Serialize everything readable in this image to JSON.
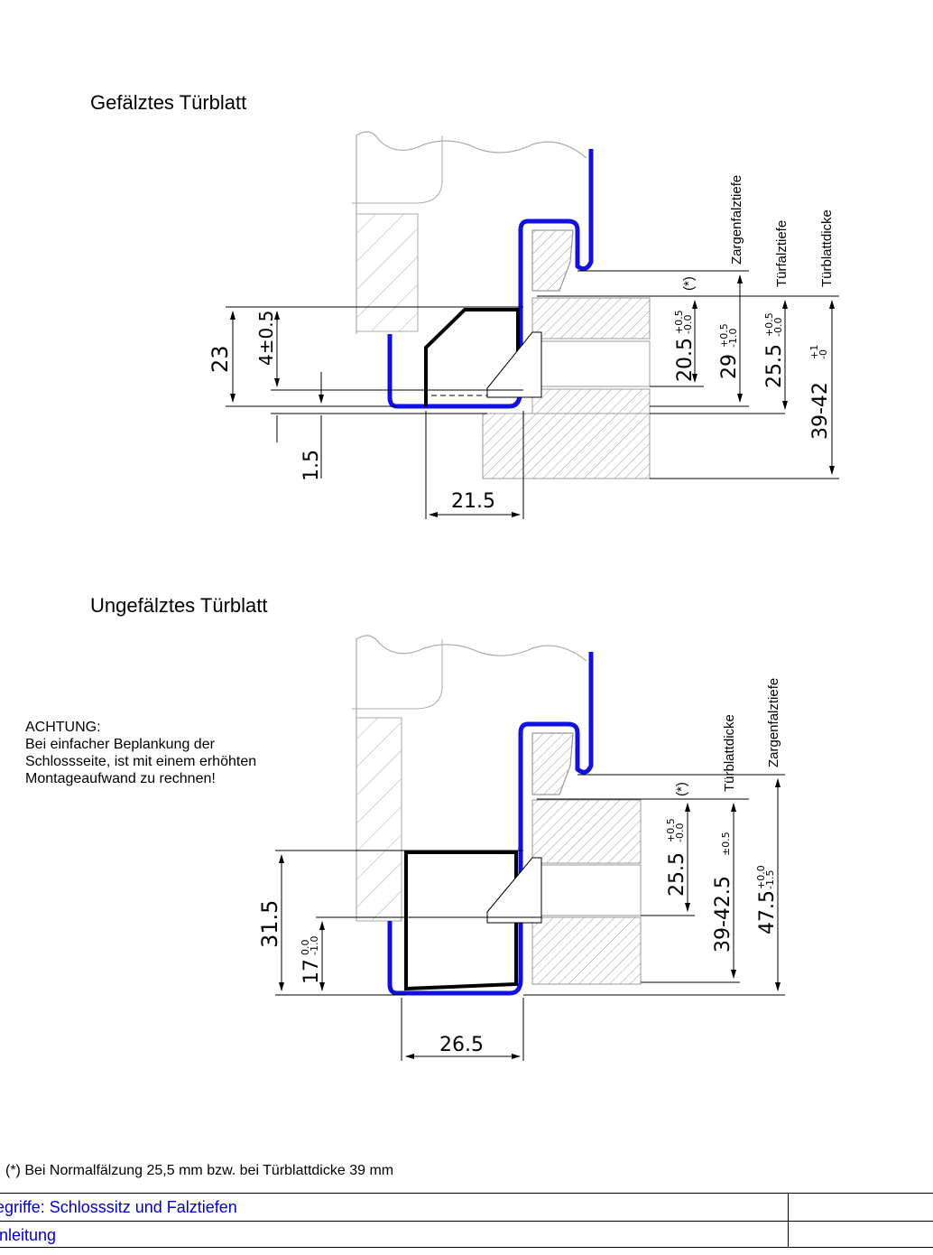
{
  "sections": [
    {
      "title": "Gefälztes Türblatt",
      "labels": {
        "zargenfalztiefe": "Zargenfalztiefe",
        "tuerfalztiefe": "Türfalztiefe",
        "tuerblattdicke": "Türblattdicke",
        "asterisk": "(*)"
      },
      "dimensions": {
        "d23": "23",
        "d4": "4±0.5",
        "d1_5": "1.5",
        "d21_5": "21.5",
        "d20_5": "20.5",
        "d20_5_tol_upper": "+0.5",
        "d20_5_tol_lower": "-0.0",
        "d29": "29",
        "d29_tol_upper": "+0.5",
        "d29_tol_lower": "-1.0",
        "d25_5": "25.5",
        "d25_5_tol_upper": "+0.5",
        "d25_5_tol_lower": "-0.0",
        "d39_42": "39-42",
        "d39_42_tol_upper": "+1",
        "d39_42_tol_lower": "-0"
      }
    },
    {
      "title": "Ungefälztes Türblatt",
      "labels": {
        "tuerblattdicke": "Türblattdicke",
        "zargenfalztiefe": "Zargenfalztiefe",
        "asterisk": "(*)"
      },
      "dimensions": {
        "d31_5": "31.5",
        "d17": "17",
        "d17_tol_upper": "0.0",
        "d17_tol_lower": "-1.0",
        "d26_5": "26.5",
        "d25_5": "25.5",
        "d25_5_tol_upper": "+0.5",
        "d25_5_tol_lower": "-0.0",
        "d39_42_5": "39-42.5",
        "d39_42_5_tol": "±0.5",
        "d47_5": "47.5",
        "d47_5_tol_upper": "+0.0",
        "d47_5_tol_lower": "-1.5"
      }
    }
  ],
  "warning": {
    "heading": "ACHTUNG:",
    "lines": [
      "Bei einfacher Beplankung der",
      "Schlossseite, ist mit einem erhöhten",
      "Montageaufwand zu rechnen!"
    ]
  },
  "footnote": "(*) Bei Normalfälzung 25,5 mm bzw. bei Türblattdicke 39 mm",
  "links": [
    {
      "label": "egriffe: Schlosssitz und Falztiefen"
    },
    {
      "label": "inleitung"
    }
  ],
  "colors": {
    "profile": "#1010e0",
    "lock": "#000000",
    "link": "#0000cc",
    "hatch": "#999999"
  }
}
